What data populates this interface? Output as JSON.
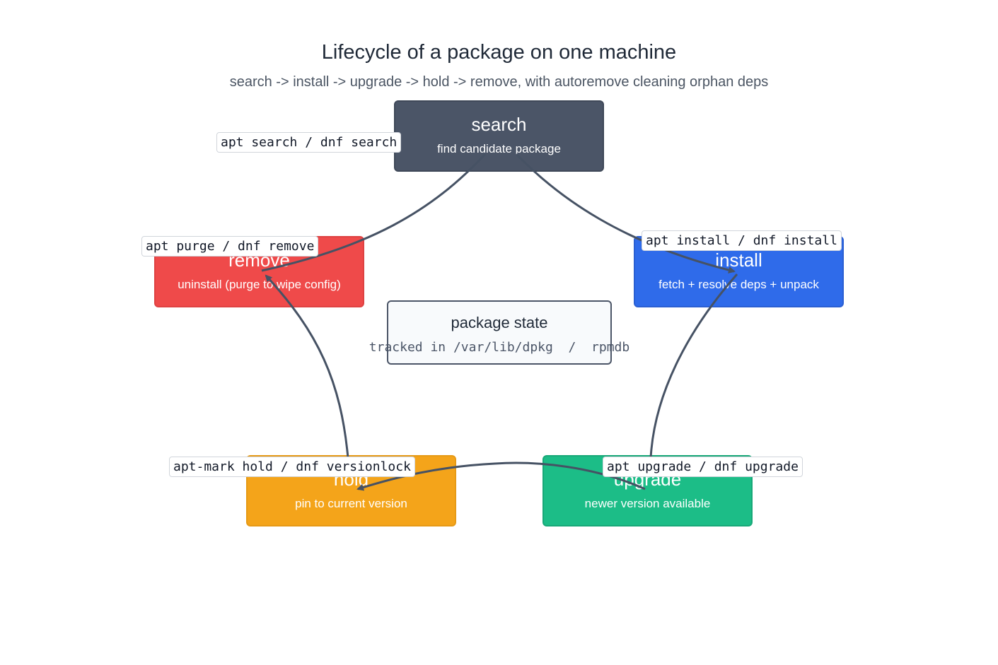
{
  "diagram": {
    "title": "Lifecycle of a package on one machine",
    "subtitle": "search -> install -> upgrade -> hold -> remove,  with autoremove cleaning orphan deps"
  },
  "nodes": {
    "search": {
      "title": "search",
      "subtitle": "find candidate package",
      "color": "#4b5567"
    },
    "install": {
      "title": "install",
      "subtitle": "fetch + resolve deps + unpack",
      "color": "#2f6bea"
    },
    "upgrade": {
      "title": "upgrade",
      "subtitle": "newer version available",
      "color": "#1cbd87"
    },
    "hold": {
      "title": "hold",
      "subtitle": "pin to current version",
      "color": "#f4a41a"
    },
    "remove": {
      "title": "remove",
      "subtitle": "uninstall (purge to wipe config)",
      "color": "#ef4a4a"
    },
    "state": {
      "title": "package state",
      "subtitle": "tracked in /var/lib/dpkg  /  rpmdb",
      "color": "#f8fafc"
    }
  },
  "edges": [
    {
      "from": "search",
      "to": "install",
      "label": "apt install / dnf install"
    },
    {
      "from": "install",
      "to": "upgrade",
      "label": "apt upgrade / dnf upgrade"
    },
    {
      "from": "upgrade",
      "to": "hold",
      "label": "apt-mark hold / dnf versionlock"
    },
    {
      "from": "hold",
      "to": "remove",
      "label": "apt purge / dnf remove"
    },
    {
      "from": "remove",
      "to": "search",
      "label": "apt search / dnf search"
    }
  ],
  "edge_color": "#465264"
}
